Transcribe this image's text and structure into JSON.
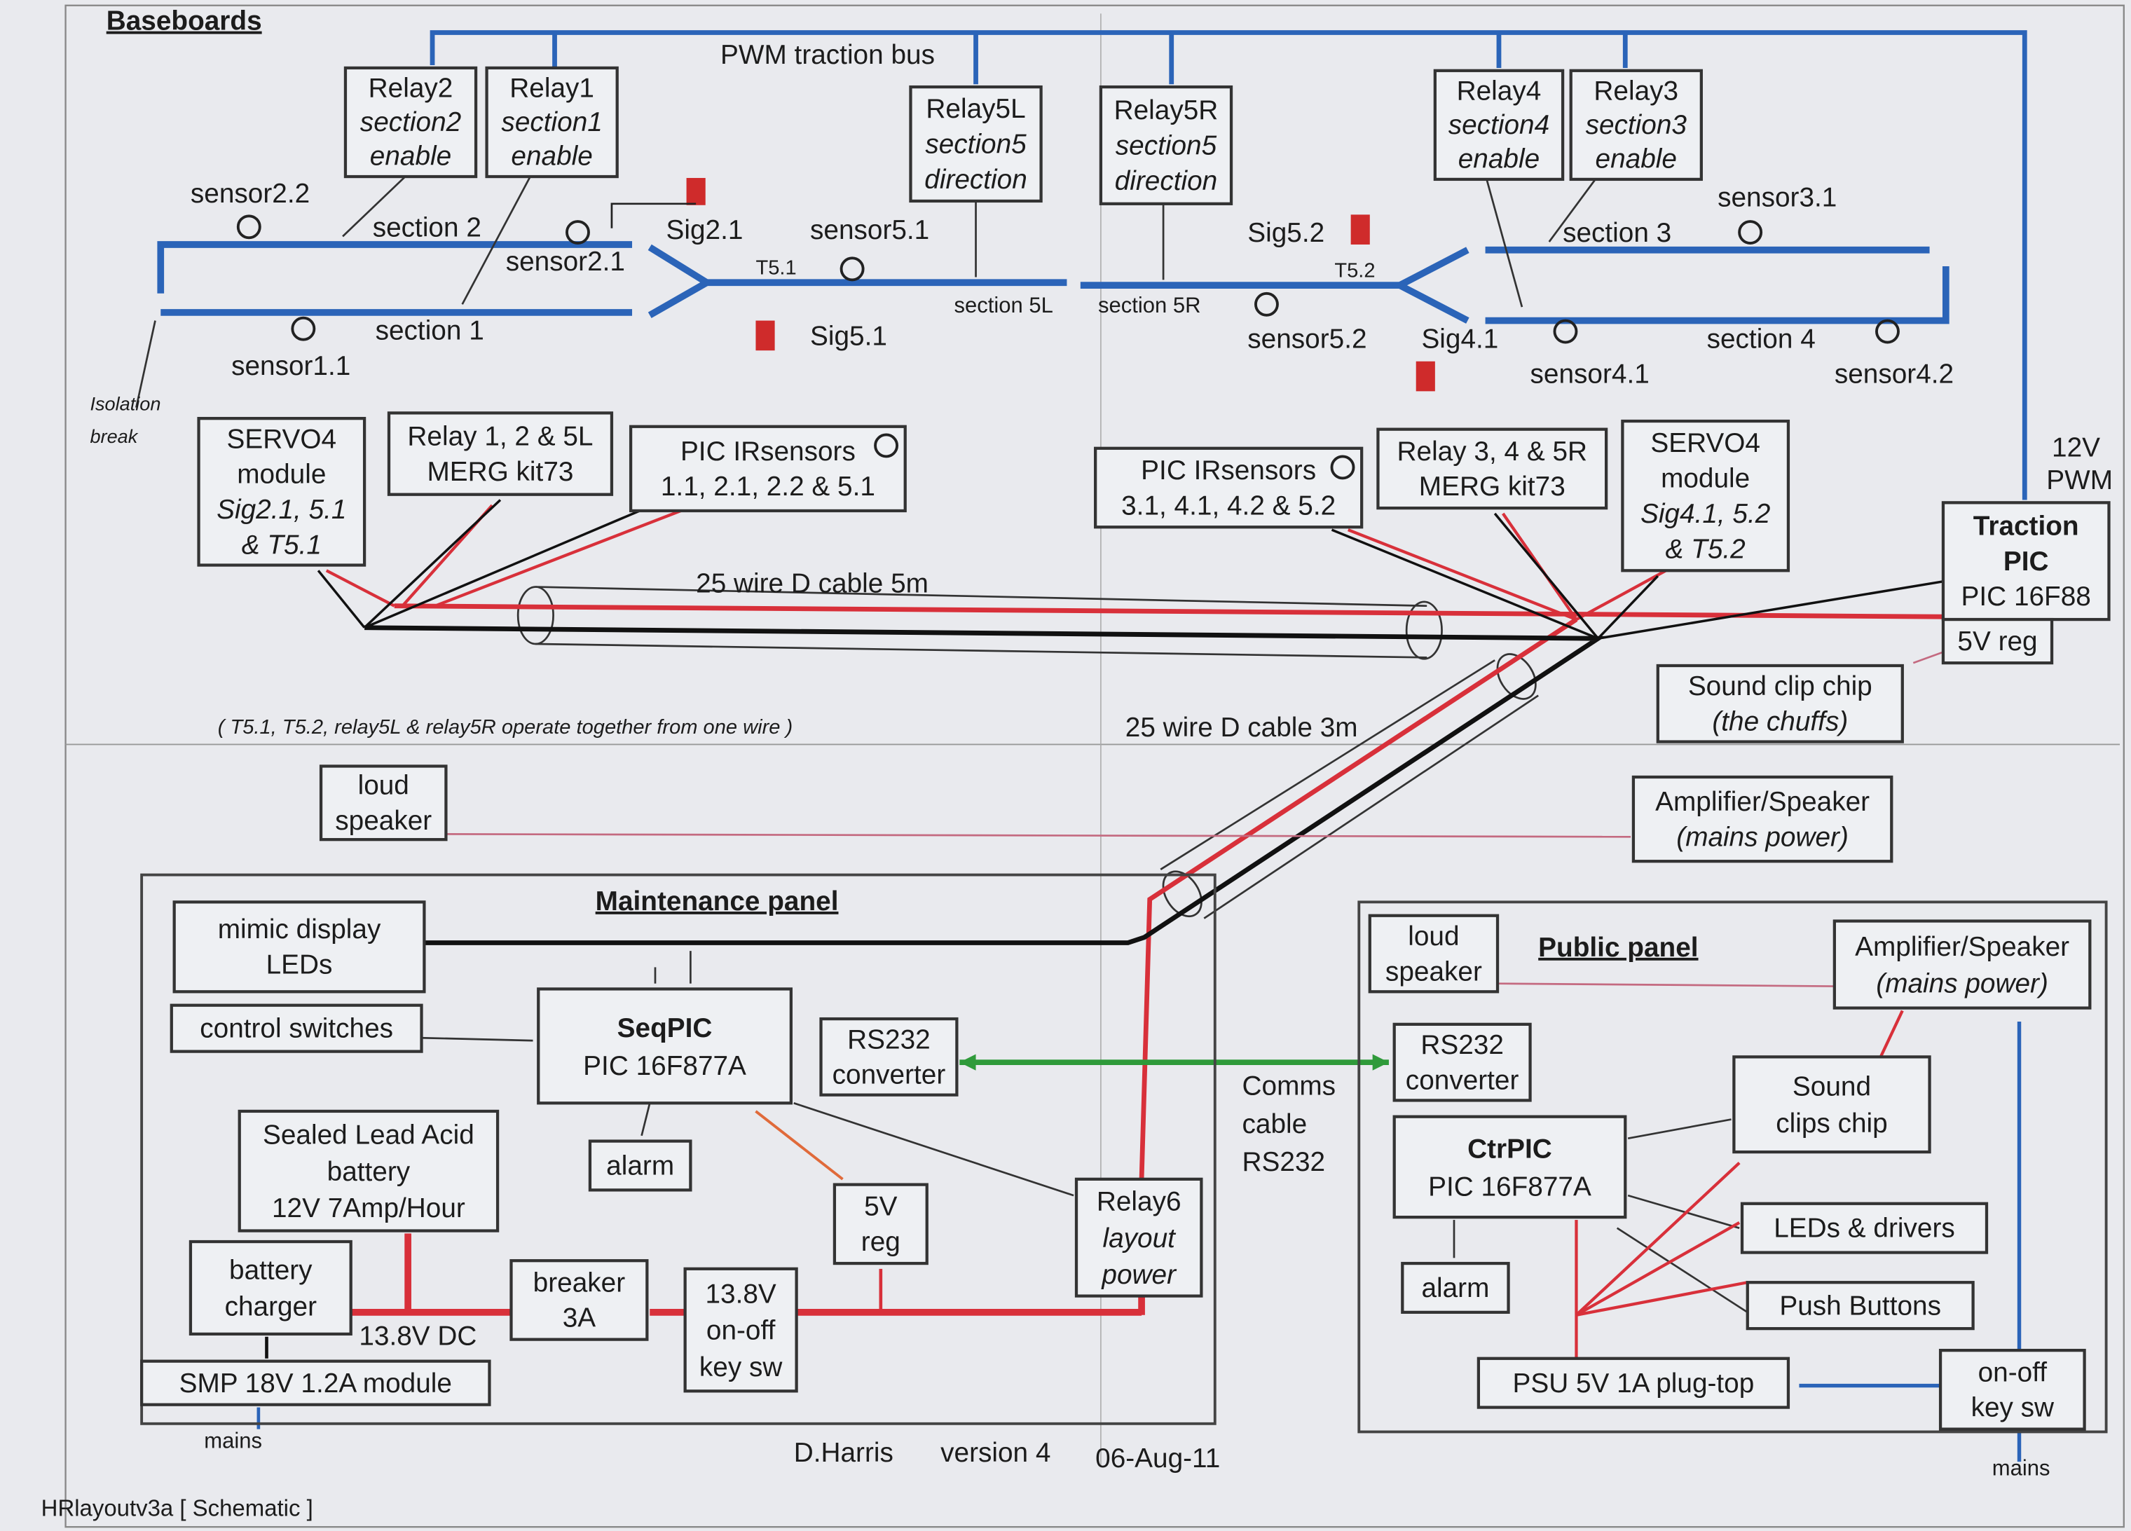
{
  "titles": {
    "baseboards": "Baseboards",
    "maintenance": "Maintenance panel",
    "public": "Public panel"
  },
  "boxes": {
    "relay2": [
      "Relay2",
      "section2",
      "enable"
    ],
    "relay1": [
      "Relay1",
      "section1",
      "enable"
    ],
    "relay5l": [
      "Relay5L",
      "section5",
      "direction"
    ],
    "relay5r": [
      "Relay5R",
      "section5",
      "direction"
    ],
    "relay4": [
      "Relay4",
      "section4",
      "enable"
    ],
    "relay3": [
      "Relay3",
      "section3",
      "enable"
    ],
    "servo_left": [
      "SERVO4",
      "module",
      "Sig2.1, 5.1",
      "& T5.1"
    ],
    "relay_kit_left": [
      "Relay 1, 2 & 5L",
      "MERG kit73"
    ],
    "pic_ir_left": [
      "PIC IRsensors",
      "1.1, 2.1, 2.2 & 5.1"
    ],
    "pic_ir_right": [
      "PIC IRsensors",
      "3.1, 4.1, 4.2 & 5.2"
    ],
    "relay_kit_right": [
      "Relay 3, 4 & 5R",
      "MERG kit73"
    ],
    "servo_right": [
      "SERVO4",
      "module",
      "Sig4.1, 5.2",
      "& T5.2"
    ],
    "traction_pic": [
      "Traction",
      "PIC",
      "PIC 16F88"
    ],
    "reg5v_top": [
      "5V reg"
    ],
    "sound_chip_top": [
      "Sound clip chip",
      "(the chuffs)"
    ],
    "amp_top": [
      "Amplifier/Speaker",
      "(mains power)"
    ],
    "loud_left": [
      "loud",
      "speaker"
    ],
    "mimic": [
      "mimic display",
      "LEDs"
    ],
    "control_switches": [
      "control switches"
    ],
    "seqpic": [
      "SeqPIC",
      "PIC 16F877A"
    ],
    "rs232_left": [
      "RS232",
      "converter"
    ],
    "alarm_left": [
      "alarm"
    ],
    "sla": [
      "Sealed Lead Acid",
      "battery",
      "12V 7Amp/Hour"
    ],
    "charger": [
      "battery",
      "charger"
    ],
    "smp": [
      "SMP 18V 1.2A module"
    ],
    "breaker": [
      "breaker",
      "3A"
    ],
    "keysw_left": [
      "13.8V",
      "on-off",
      "key sw"
    ],
    "reg5v_left": [
      "5V",
      "reg"
    ],
    "relay6": [
      "Relay6",
      "layout",
      "power"
    ],
    "loud_right": [
      "loud",
      "speaker"
    ],
    "amp_right": [
      "Amplifier/Speaker",
      "(mains power)"
    ],
    "rs232_right": [
      "RS232",
      "converter"
    ],
    "ctrpic": [
      "CtrPIC",
      "PIC 16F877A"
    ],
    "sound_right": [
      "Sound",
      "clips chip"
    ],
    "alarm_right": [
      "alarm"
    ],
    "leds": [
      "LEDs &  drivers"
    ],
    "push": [
      "Push Buttons"
    ],
    "psu": [
      "PSU 5V 1A plug-top"
    ],
    "keysw_right": [
      "on-off",
      "key sw"
    ]
  },
  "labels": {
    "pwm_bus": "PWM traction bus",
    "v12pwm_1": "12V",
    "v12pwm_2": "PWM",
    "section1": "section 1",
    "section2": "section 2",
    "section3": "section 3",
    "section4": "section 4",
    "section5l": "section 5L",
    "section5r": "section 5R",
    "sensor1_1": "sensor1.1",
    "sensor2_1": "sensor2.1",
    "sensor2_2": "sensor2.2",
    "sensor3_1": "sensor3.1",
    "sensor4_1": "sensor4.1",
    "sensor4_2": "sensor4.2",
    "sensor5_1": "sensor5.1",
    "sensor5_2": "sensor5.2",
    "sig2_1": "Sig2.1",
    "sig5_1": "Sig5.1",
    "sig5_2": "Sig5.2",
    "sig4_1": "Sig4.1",
    "t5_1": "T5.1",
    "t5_2": "T5.2",
    "iso_1": "Isolation",
    "iso_2": "break",
    "cable5m": "25 wire D cable 5m",
    "cable3m": "25 wire D cable 3m",
    "operate_note": "( T5.1, T5.2, relay5L & relay5R operate together from one wire )",
    "dc138": "13.8V DC",
    "mains_left": "mains",
    "mains_right": "mains",
    "comms_1": "Comms",
    "comms_2": "cable",
    "comms_3": "RS232",
    "author": "D.Harris",
    "version": "version 4",
    "date": "06-Aug-11",
    "filename": "HRlayoutv3a [ Schematic ]"
  },
  "colors": {
    "track": "#2b64b8",
    "power": "#d8303a",
    "data": "#111111",
    "comms": "#2f9a3a",
    "audio": "#c46a80",
    "signal": "#cf2b2b"
  }
}
